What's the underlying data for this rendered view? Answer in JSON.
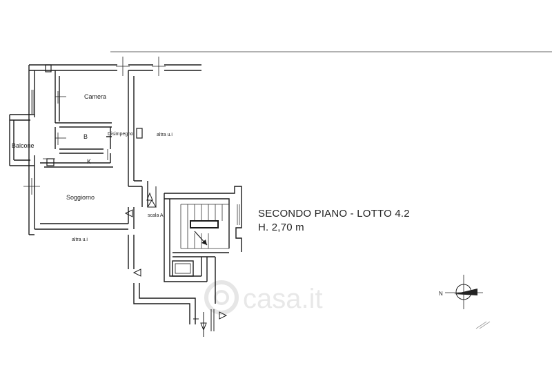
{
  "rooms": {
    "camera": "Camera",
    "b": "B",
    "disimpegno": "Disimpegno",
    "k": "K",
    "balcone": "Balcone",
    "soggiorno": "Soggiorno",
    "altra_ui_right": "altra u.i",
    "altra_ui_bottom": "altra u.i",
    "scala": "scala A"
  },
  "caption": {
    "title": "SECONDO PIANO - LOTTO 4.2",
    "height": "H. 2,70 m"
  },
  "compass": {
    "letter": "N"
  },
  "watermark": {
    "text": "casa.it"
  }
}
